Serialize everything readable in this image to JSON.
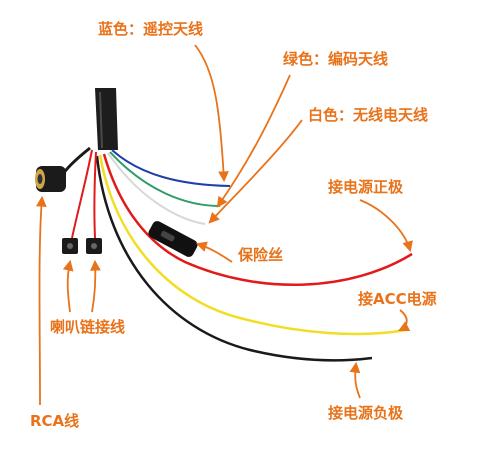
{
  "labels": {
    "blue": "蓝色：遥控天线",
    "green": "绿色：编码天线",
    "white": "白色：无线电天线",
    "power_positive": "接电源正极",
    "fuse": "保险丝",
    "acc": "接ACC电源",
    "speaker": "喇叭链接线",
    "power_negative": "接电源负极",
    "rca": "RCA线"
  },
  "colors": {
    "label": "#e8731a",
    "arrow": "#e8731a",
    "wire_blue": "#1f3fa8",
    "wire_green": "#2f9c6a",
    "wire_white": "#e9e9e9",
    "wire_red": "#e11b1b",
    "wire_yellow": "#f1de24",
    "wire_black": "#1a1a1a"
  }
}
